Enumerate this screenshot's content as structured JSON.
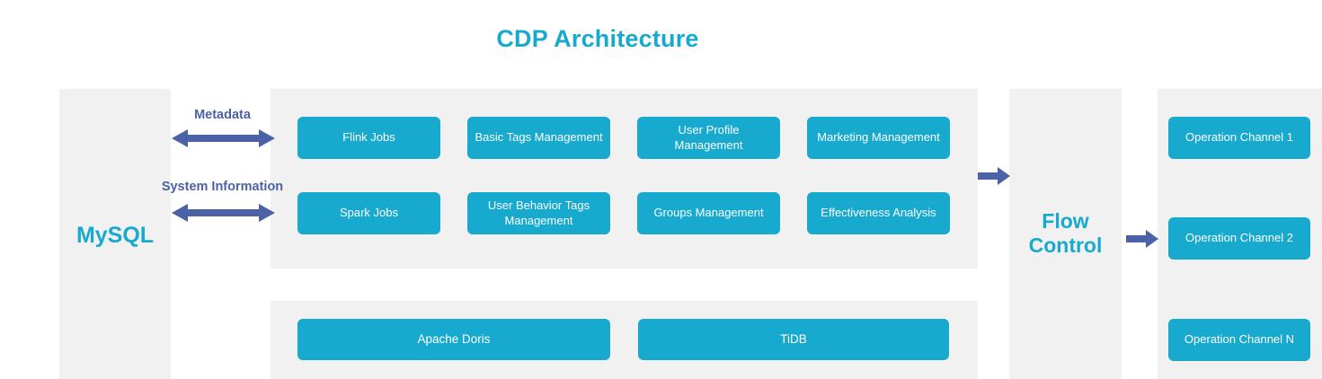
{
  "title": "CDP Architecture",
  "colors": {
    "accent_cyan": "#17a9ce",
    "arrow_purple": "#4c62a6",
    "panel_gray": "#f1f1f1",
    "page_background": "#ffffff",
    "box_text": "#ffffff"
  },
  "source": {
    "label": "MySQL"
  },
  "connectors": [
    {
      "label": "Metadata",
      "direction": "bidirectional"
    },
    {
      "label": "System Information",
      "direction": "bidirectional"
    }
  ],
  "platform": {
    "modules": [
      {
        "label": "Flink Jobs"
      },
      {
        "label": "Basic Tags Management"
      },
      {
        "label": "User Profile Management"
      },
      {
        "label": "Marketing Management"
      },
      {
        "label": "Spark Jobs"
      },
      {
        "label": "User Behavior Tags Management"
      },
      {
        "label": "Groups Management"
      },
      {
        "label": "Effectiveness Analysis"
      }
    ]
  },
  "storage": {
    "modules": [
      {
        "label": "Apache Doris"
      },
      {
        "label": "TiDB"
      }
    ]
  },
  "flow_control": {
    "label_line1": "Flow",
    "label_line2": "Control"
  },
  "channels": {
    "modules": [
      {
        "label": "Operation Channel 1"
      },
      {
        "label": "Operation Channel 2"
      },
      {
        "label": "Operation Channel N"
      }
    ]
  }
}
